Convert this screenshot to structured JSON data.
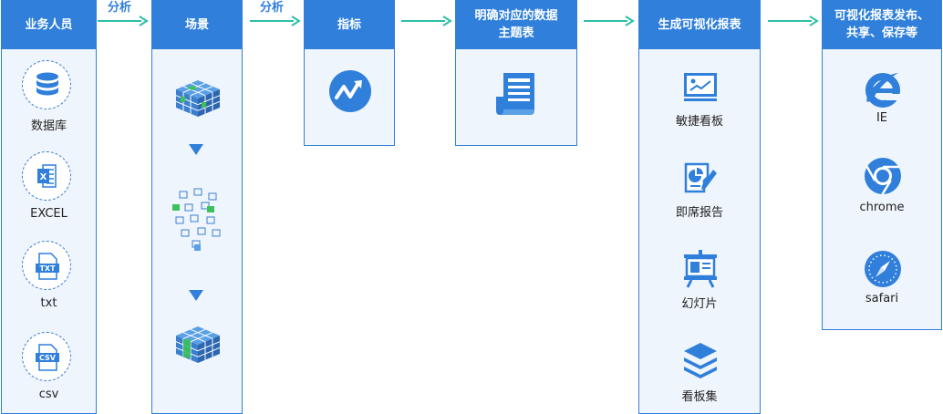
{
  "columns": {
    "business": {
      "title": "业务人员",
      "items": [
        "数据库",
        "EXCEL",
        "txt",
        "csv"
      ]
    },
    "scene": {
      "title": "场景"
    },
    "metric": {
      "title": "指标"
    },
    "subject": {
      "title_line1": "明确对应的数据",
      "title_line2": "主题表"
    },
    "report": {
      "title": "生成可视化报表",
      "items": [
        "敏捷看板",
        "即席报告",
        "幻灯片",
        "看板集"
      ]
    },
    "publish": {
      "title_line1": "可视化报表发布、",
      "title_line2": "共享、保存等",
      "items": [
        "IE",
        "chrome",
        "safari"
      ]
    }
  },
  "arrows": {
    "label_1": "分析",
    "label_2": "分析"
  },
  "colors": {
    "header": "#2f7fdb",
    "panel_bg": "#eff5fc",
    "arrow": "#2bbfa8"
  },
  "icons": [
    "database-icon",
    "excel-icon",
    "txt-icon",
    "csv-icon",
    "cube-icon",
    "scattered-cubes-icon",
    "cube-icon",
    "trend-icon",
    "document-icon",
    "presentation-board-icon",
    "report-edit-icon",
    "slide-projector-icon",
    "layers-icon",
    "ie-icon",
    "chrome-icon",
    "safari-icon"
  ]
}
